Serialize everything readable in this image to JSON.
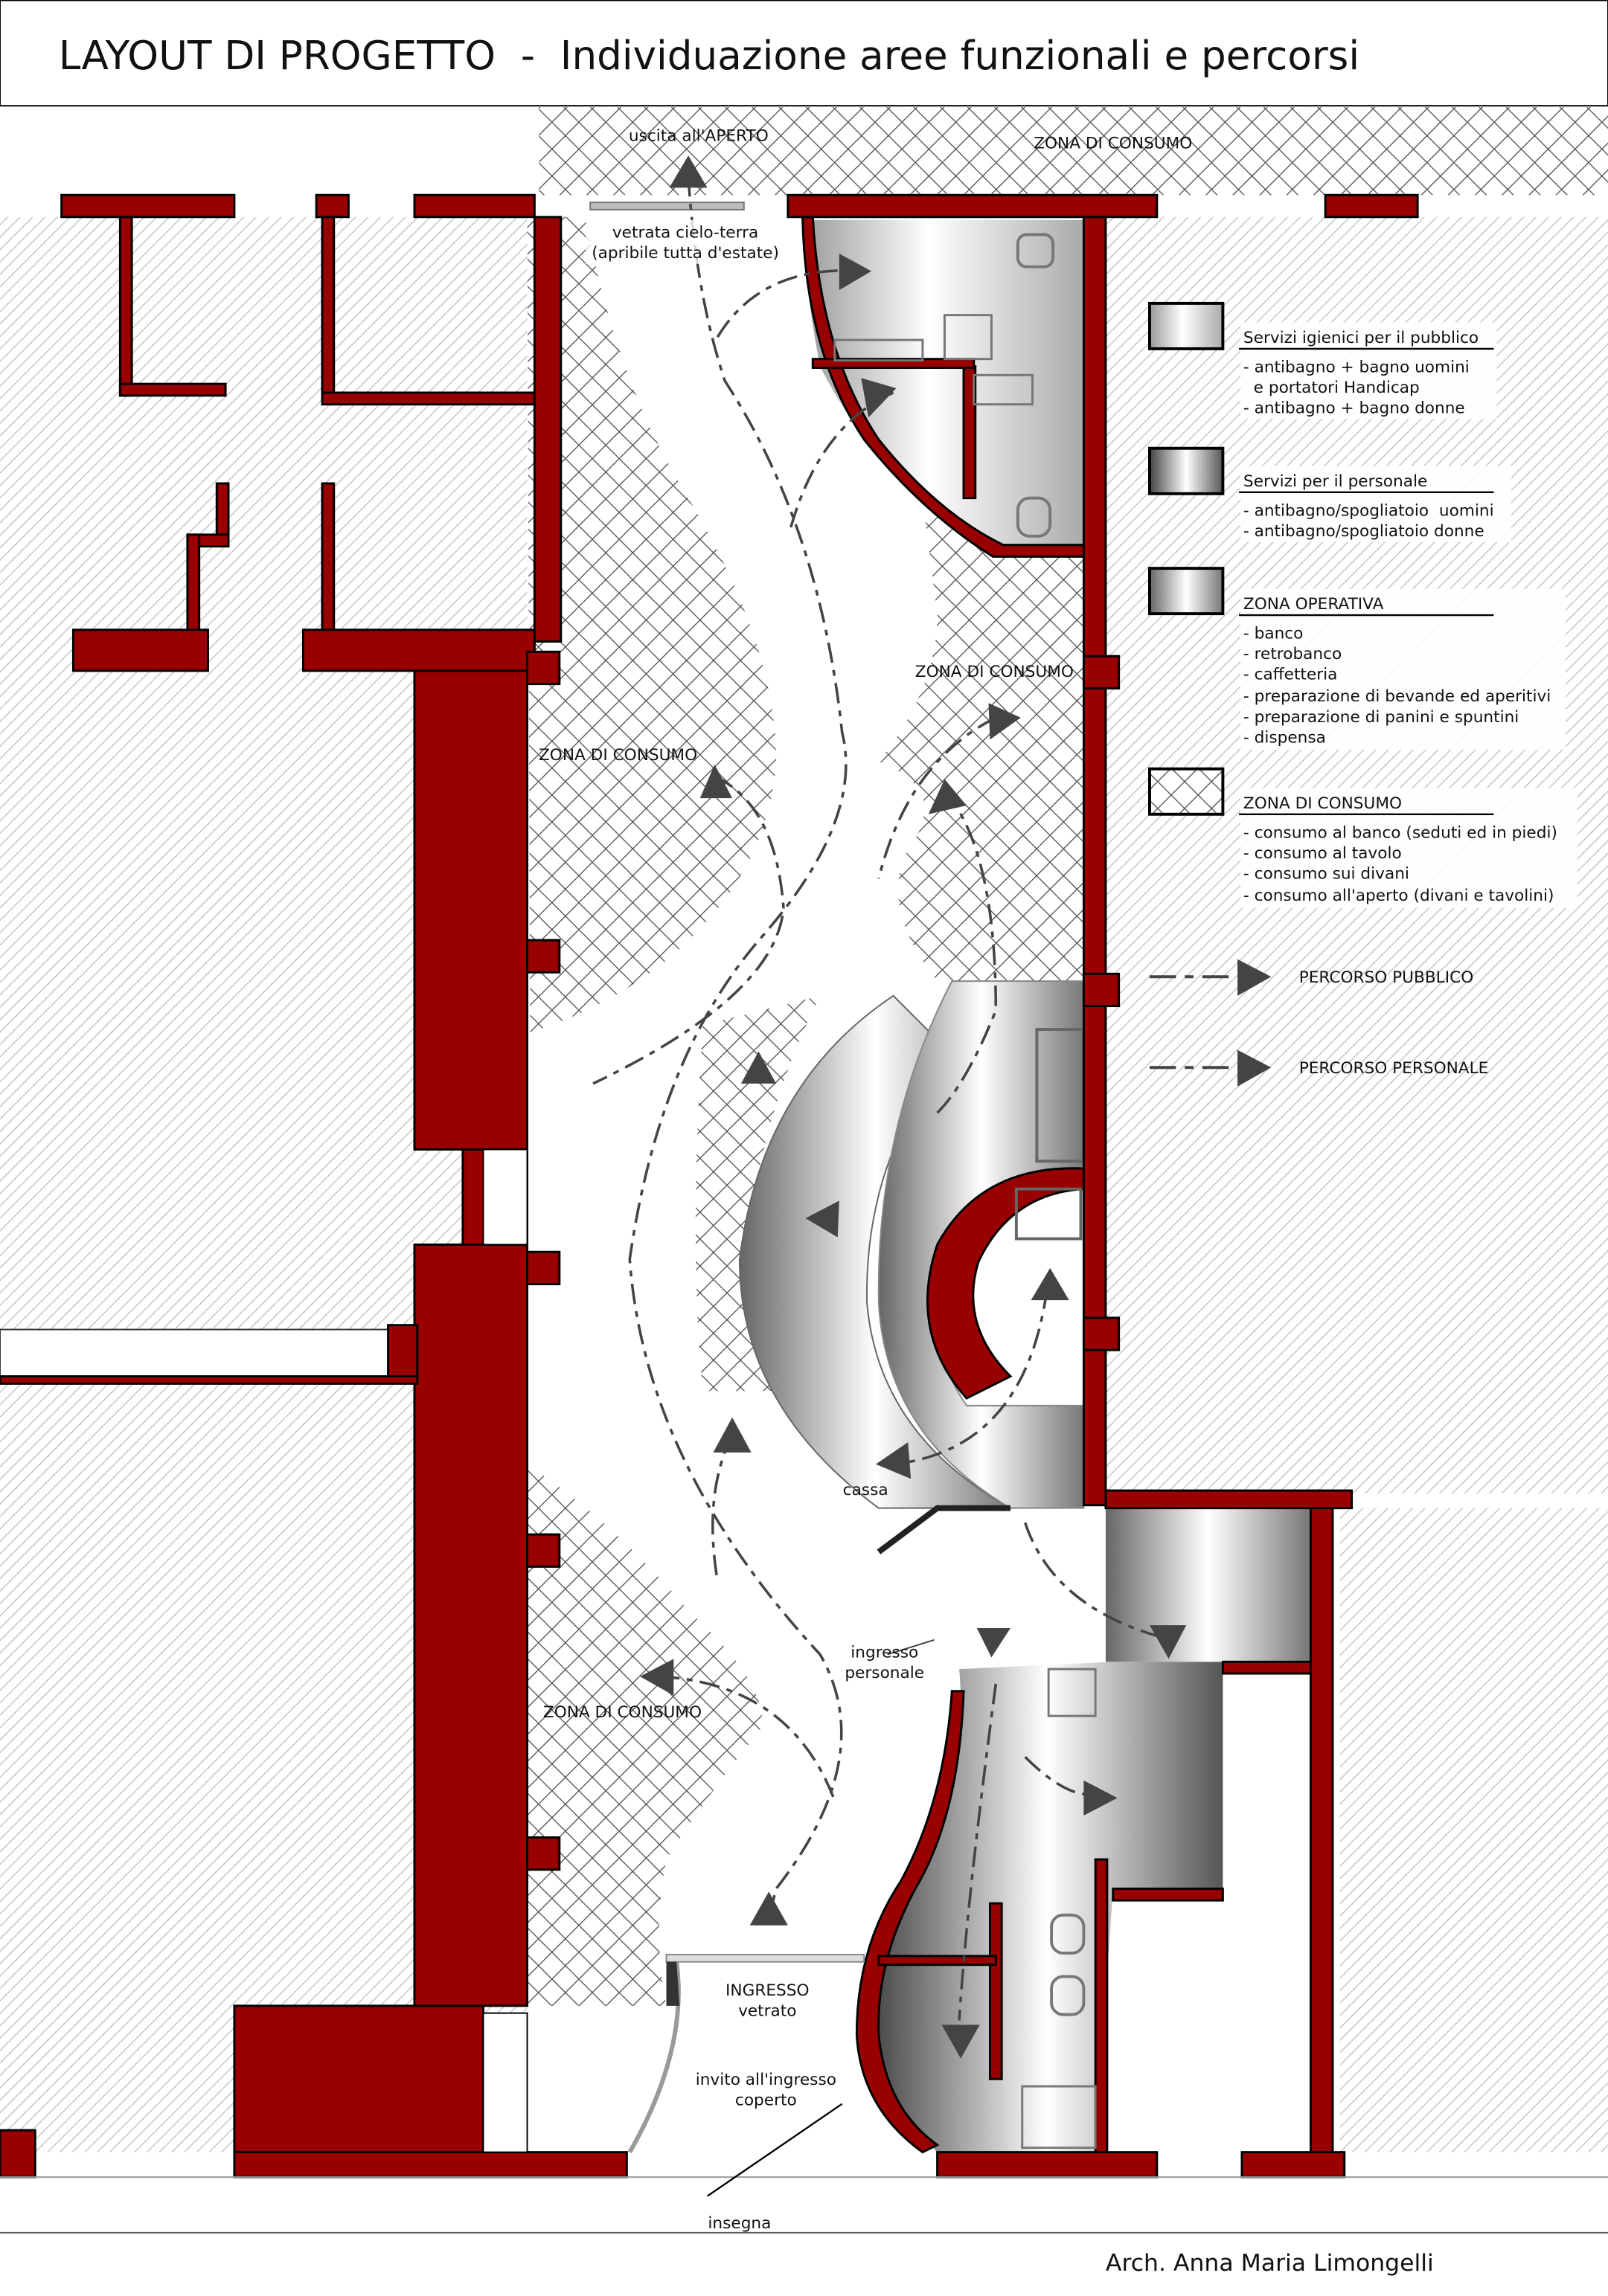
{
  "header": {
    "title": "LAYOUT DI PROGETTO  -  Individuazione aree funzionali e percorsi"
  },
  "plan_labels": {
    "exit": "uscita all'APERTO",
    "consumo_top": "ZONA DI CONSUMO",
    "vetrata_1": "vetrata cielo-terra",
    "vetrata_2": "(apribile tutta d'estate)",
    "consumo_right": "ZONA DI CONSUMO",
    "consumo_left": "ZONA DI CONSUMO",
    "consumo_bottom": "ZONA DI CONSUMO",
    "cassa": "cassa",
    "staff_entry_1": "ingresso",
    "staff_entry_2": "personale",
    "entrance_1": "INGRESSO",
    "entrance_2": "vetrato",
    "invite_1": "invito all'ingresso",
    "invite_2": "coperto",
    "sign": "insegna"
  },
  "legend": {
    "groups": [
      {
        "title": "Servizi igienici per il pubblico",
        "items": [
          "- antibagno + bagno uomini",
          "  e portatori Handicap",
          "- antibagno + bagno donne"
        ]
      },
      {
        "title": "Servizi per il personale",
        "items": [
          "- antibagno/spogliatoio  uomini",
          "- antibagno/spogliatoio donne"
        ]
      },
      {
        "title": "ZONA OPERATIVA",
        "items": [
          "- banco",
          "- retrobanco",
          "- caffetteria",
          "- preparazione di bevande ed aperitivi",
          "- preparazione di panini e spuntini",
          "- dispensa"
        ]
      },
      {
        "title": "ZONA DI CONSUMO",
        "items": [
          "- consumo al banco (seduti ed in piedi)",
          "- consumo al tavolo",
          "- consumo sui divani",
          "- consumo all'aperto (divani e tavolini)"
        ]
      }
    ],
    "routes": {
      "public": "PERCORSO PUBBLICO",
      "staff": "PERCORSO PERSONALE"
    }
  },
  "colors": {
    "wall": "#990000",
    "route": "#444444"
  },
  "footer": {
    "signature": "Arch. Anna Maria Limongelli"
  }
}
